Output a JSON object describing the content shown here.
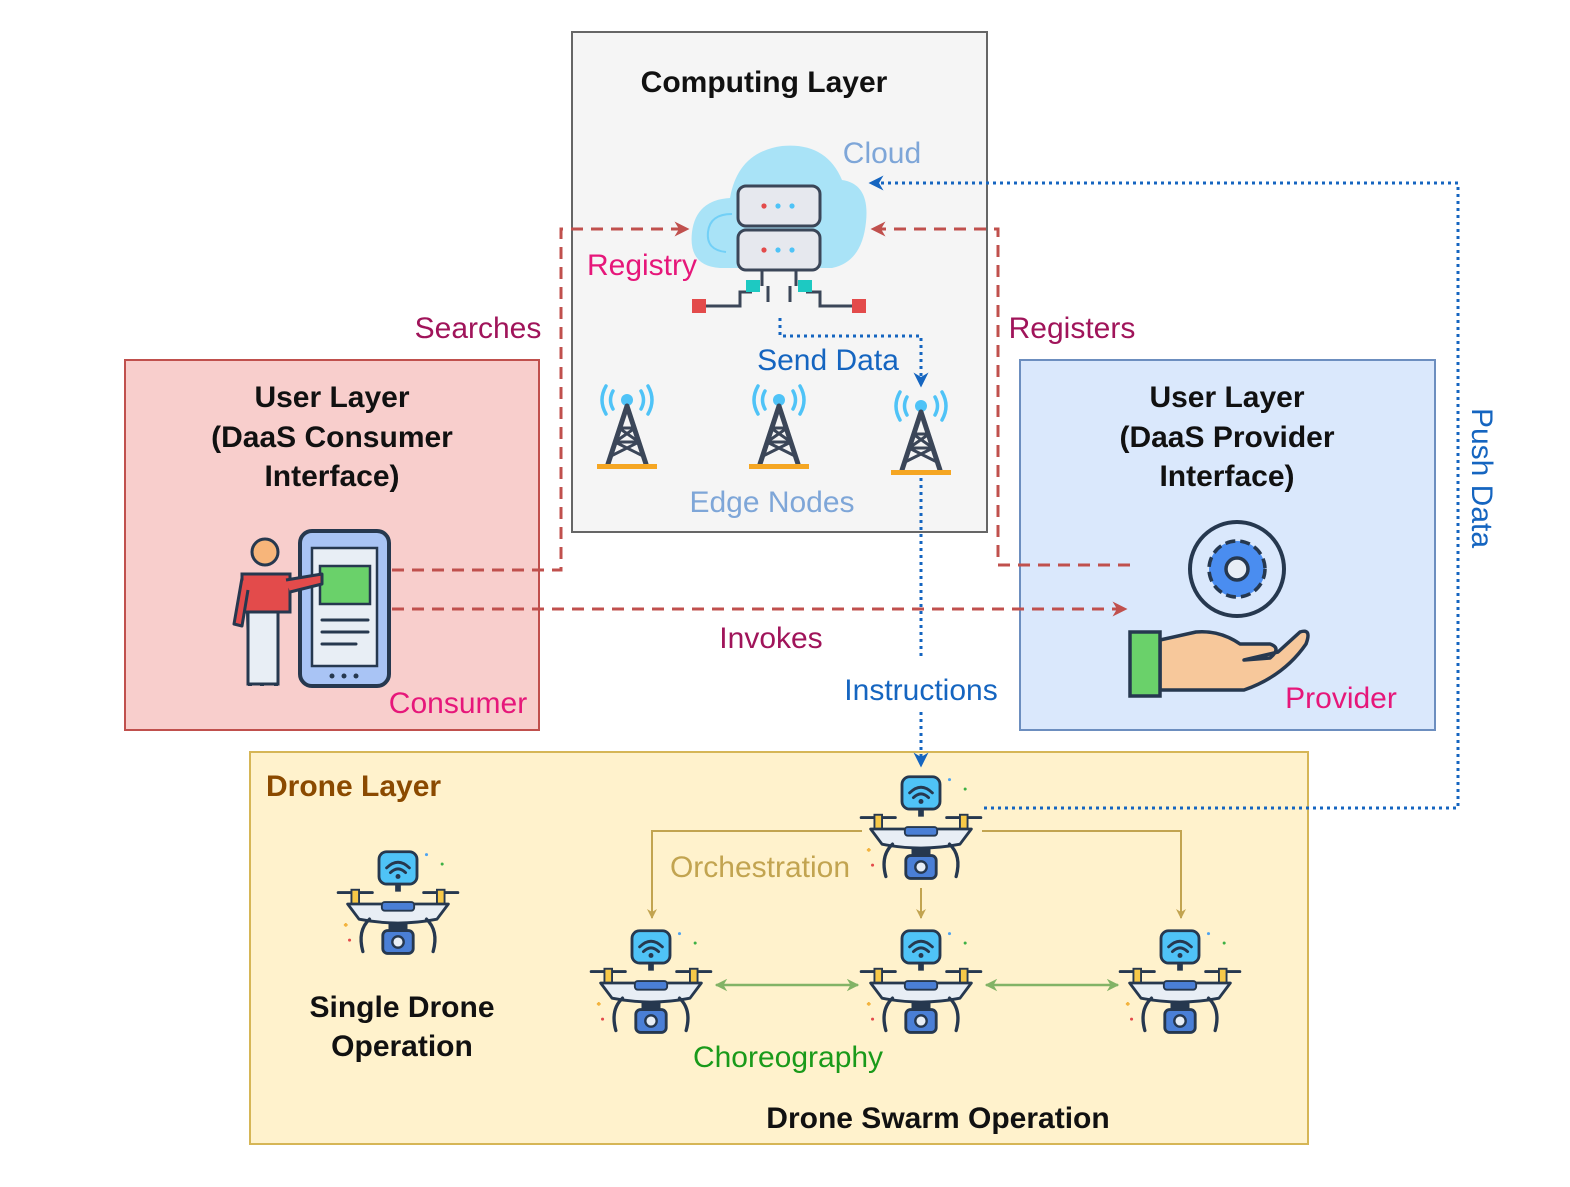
{
  "computing_layer": {
    "title": "Computing Layer",
    "cloud_label": "Cloud",
    "registry_label": "Registry",
    "send_data_label": "Send Data",
    "edge_nodes_label": "Edge Nodes",
    "cloud_icon": "cloud-database-icon",
    "tower_icon": "antenna-tower-icon"
  },
  "consumer_layer": {
    "title_lines": [
      "User Layer",
      "(DaaS Consumer",
      "Interface)"
    ],
    "role_label": "Consumer",
    "icon": "person-phone-icon"
  },
  "provider_layer": {
    "title_lines": [
      "User Layer",
      "(DaaS Provider",
      "Interface)"
    ],
    "role_label": "Provider",
    "icon": "hand-gear-icon"
  },
  "drone_layer": {
    "title": "Drone Layer",
    "single_label_lines": [
      "Single Drone",
      "Operation"
    ],
    "swarm_label": "Drone Swarm Operation",
    "orchestration_label": "Orchestration",
    "choreography_label": "Choreography",
    "drone_icon": "drone-camera-icon"
  },
  "flows": {
    "searches": "Searches",
    "registers": "Registers",
    "invokes": "Invokes",
    "instructions": "Instructions",
    "push_data": "Push Data"
  },
  "colors": {
    "request_arrow": "#c0504d",
    "data_arrow": "#1565c0",
    "flow_label": "#a0145a",
    "role_label": "#e6177a",
    "light_blue_label": "#7ea6d8",
    "orchestration": "#c2a450",
    "choreography": "#1a9a1a",
    "choreography_arrow": "#82b366",
    "drone_layer_title": "#8b4a00",
    "consumer_fill": "#f8cecc",
    "provider_fill": "#dae8fc",
    "computing_fill": "#f5f5f5",
    "drone_fill": "#fff2cc"
  }
}
